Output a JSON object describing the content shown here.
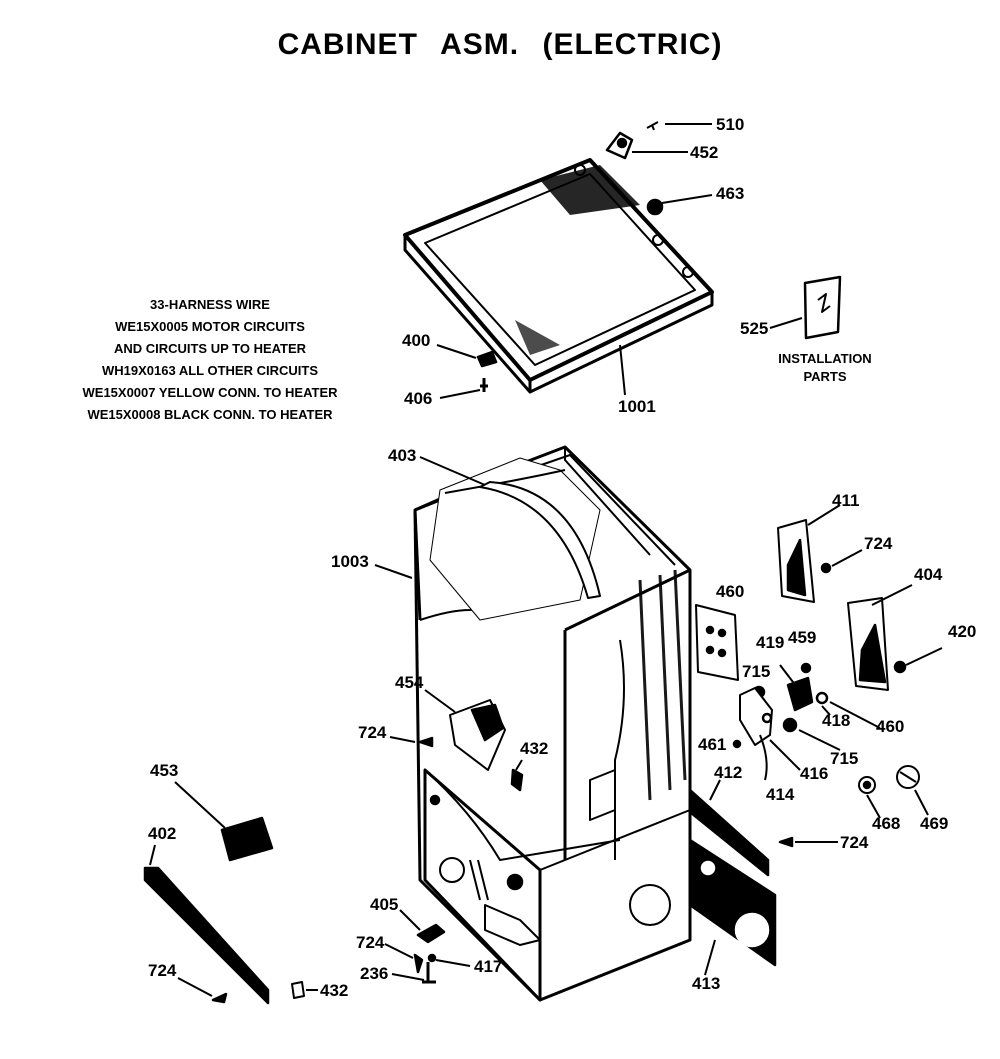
{
  "title": "CABINET  ASM.  (ELECTRIC)",
  "notes": {
    "harness": [
      "33-HARNESS WIRE",
      "WE15X0005 MOTOR CIRCUITS",
      "AND CIRCUITS UP TO HEATER",
      "WH19X0163 ALL OTHER CIRCUITS",
      "WE15X0007 YELLOW CONN. TO HEATER",
      "WE15X0008 BLACK CONN. TO HEATER"
    ],
    "installation": "INSTALLATION PARTS"
  },
  "labels": {
    "p510": "510",
    "p452": "452",
    "p463": "463",
    "p525": "525",
    "p400": "400",
    "p406": "406",
    "p1001": "1001",
    "p403": "403",
    "p1003": "1003",
    "p411": "411",
    "p724a": "724",
    "p404": "404",
    "p460a": "460",
    "p420": "420",
    "p419": "419",
    "p459": "459",
    "p715a": "715",
    "p418": "418",
    "p460b": "460",
    "p454": "454",
    "p724b": "724",
    "p432a": "432",
    "p461": "461",
    "p412": "412",
    "p715b": "715",
    "p416": "416",
    "p414": "414",
    "p468": "468",
    "p469": "469",
    "p453": "453",
    "p402": "402",
    "p724c": "724",
    "p405": "405",
    "p724d": "724",
    "p236": "236",
    "p417": "417",
    "p724e": "724",
    "p432b": "432",
    "p413": "413"
  }
}
